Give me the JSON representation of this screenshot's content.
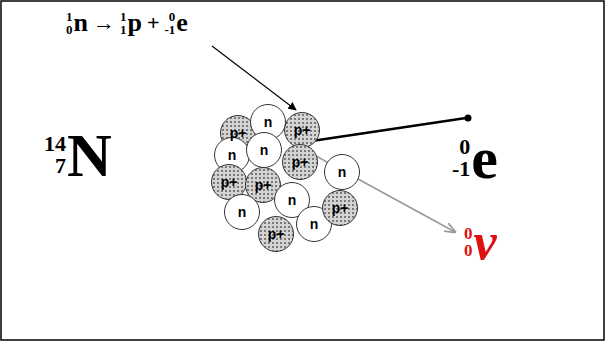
{
  "diagram": {
    "nodes": [
      {
        "text": [
          "p+"
        ]
      },
      {
        "text": [
          "n"
        ]
      },
      {
        "text": [
          "p+"
        ]
      },
      {
        "text": [
          "n"
        ]
      },
      {
        "text": [
          "n"
        ]
      },
      {
        "text": [
          "n"
        ]
      },
      {
        "text": [
          "p+"
        ]
      },
      {
        "text": [
          "p+"
        ]
      },
      {
        "text": [
          "p+"
        ]
      },
      {
        "text": [
          "n"
        ]
      },
      {
        "text": [
          "n"
        ]
      },
      {
        "text": [
          "n"
        ]
      },
      {
        "text": [
          "p+"
        ]
      },
      {
        "text": [
          "p+"
        ]
      }
    ],
    "labels": [
      "1",
      "0",
      "n",
      "→",
      "1",
      "1",
      "p",
      "+",
      "0",
      "-1",
      "e",
      "14",
      "7",
      "N",
      "0",
      "-1",
      "e",
      "0",
      "0",
      "ν"
    ]
  }
}
